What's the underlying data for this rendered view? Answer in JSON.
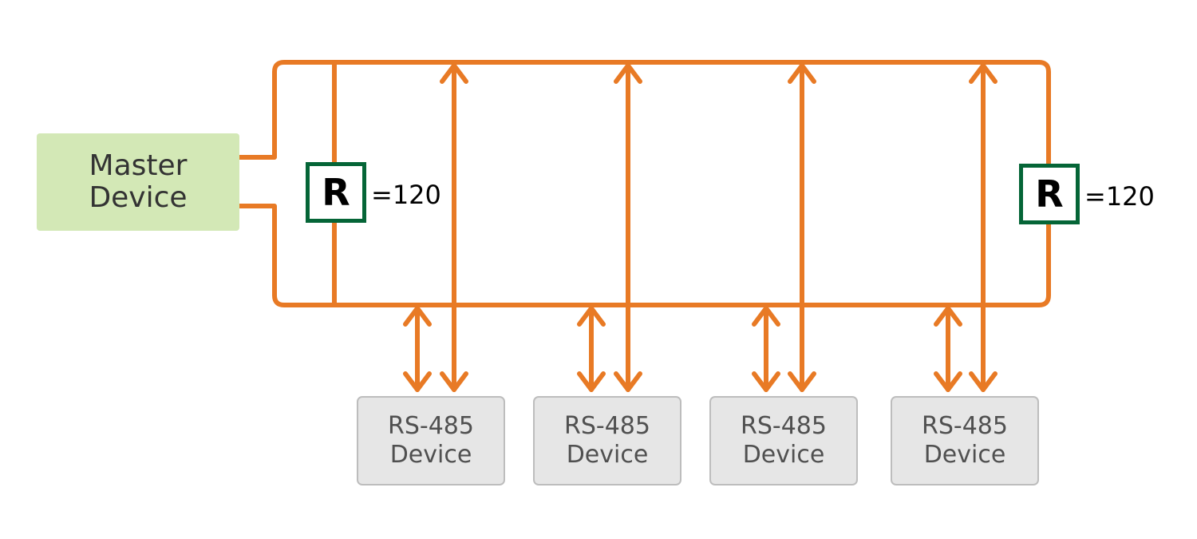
{
  "master": {
    "line1": "Master",
    "line2": "Device"
  },
  "resistors": [
    {
      "symbol": "R",
      "value": "=120"
    },
    {
      "symbol": "R",
      "value": "=120"
    }
  ],
  "devices": [
    {
      "line1": "RS-485",
      "line2": "Device"
    },
    {
      "line1": "RS-485",
      "line2": "Device"
    },
    {
      "line1": "RS-485",
      "line2": "Device"
    },
    {
      "line1": "RS-485",
      "line2": "Device"
    }
  ],
  "colors": {
    "bus": "#e87a25",
    "resistor_border": "#056537",
    "master_fill": "#d3e8b6",
    "device_fill": "#e6e6e6"
  }
}
